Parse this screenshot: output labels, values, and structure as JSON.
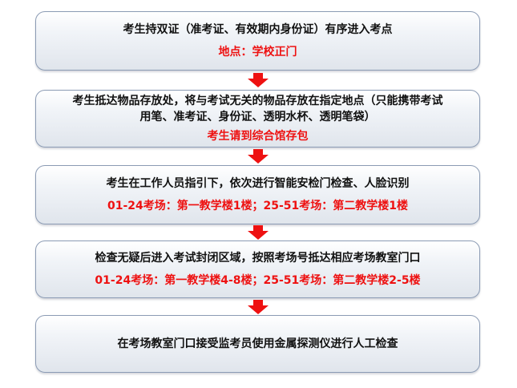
{
  "steps": [
    {
      "main_lines": [
        "考生持双证（准考证、有效期内身份证）有序进入考点"
      ],
      "sub_lines": [
        "地点：学校正门"
      ]
    },
    {
      "main_lines": [
        "考生抵达物品存放处，将与考试无关的物品存放在指定地点（只能携带考试",
        "用笔、准考证、身份证、透明水杯、透明笔袋）"
      ],
      "sub_lines": [
        "考生请到综合馆存包"
      ]
    },
    {
      "main_lines": [
        "考生在工作人员指引下，依次进行智能安检门检查、人脸识别"
      ],
      "sub_lines": [
        "01-24考场：第一教学楼1楼；25-51考场：第二教学楼1楼"
      ]
    },
    {
      "main_lines": [
        "检查无疑后进入考试封闭区域，按照考场号抵达相应考场教室门口"
      ],
      "sub_lines": [
        "01-24考场：第一教学楼4-8楼；25-51考场：第二教学楼2-5楼"
      ]
    },
    {
      "main_lines": [
        "在考场教室门口接受监考员使用金属探测仪进行人工检查"
      ],
      "sub_lines": []
    }
  ],
  "colors": {
    "main_text": "#111111",
    "highlight_text": "#ee1111",
    "box_border": "#8b9bb4",
    "arrow": "#ee1111"
  }
}
